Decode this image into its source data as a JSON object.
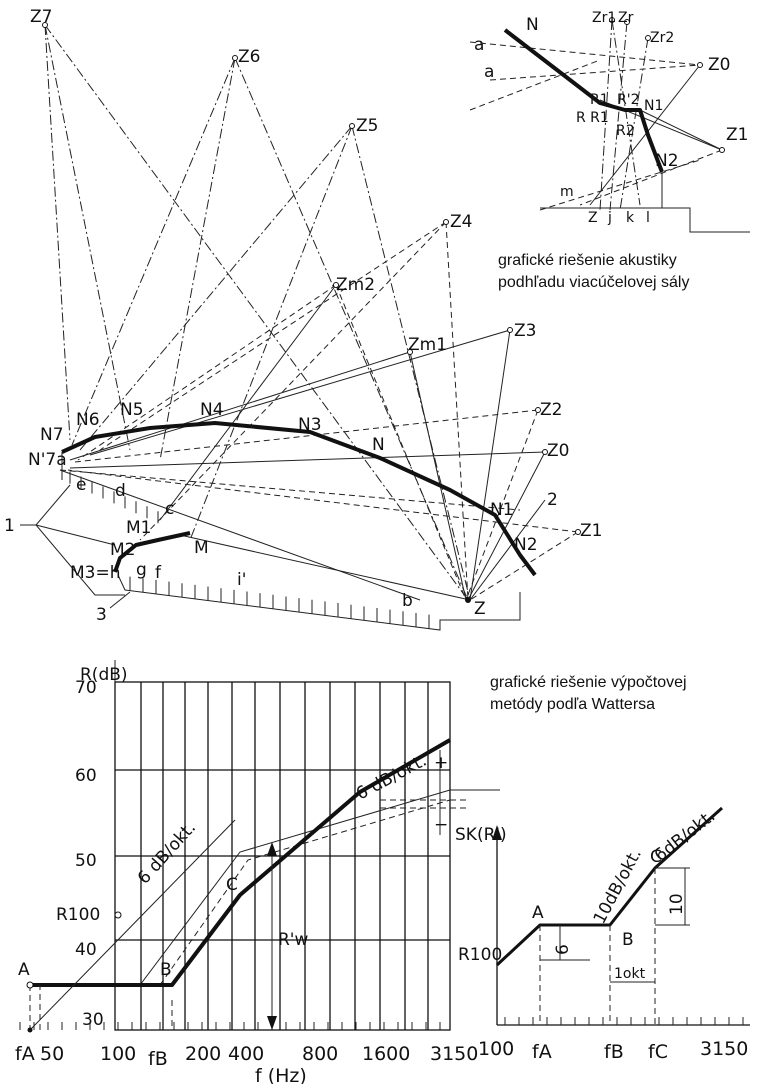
{
  "top_diagram": {
    "labels": {
      "z7": "Z7",
      "z6": "Z6",
      "z5": "Z5",
      "z4": "Z4",
      "zm2": "Zm2",
      "zm1": "Zm1",
      "z3": "Z3",
      "z2": "Z2",
      "z0": "Z0",
      "z1": "Z1",
      "z": "Z",
      "n7": "N7",
      "n7a": "N'7a",
      "n6": "N6",
      "n5": "N5",
      "n4": "N4",
      "n3": "N3",
      "n": "N",
      "n1": "N1",
      "n2": "N2",
      "m": "M",
      "m1": "M1",
      "m2": "M2",
      "m3h": "M3=h",
      "e": "e",
      "d": "d",
      "c": "c",
      "g": "g",
      "f": "f",
      "i": "i'",
      "b": "b",
      "one": "1",
      "two": "2",
      "three": "3"
    }
  },
  "inset": {
    "labels": {
      "a1": "a",
      "a2": "a",
      "n": "N",
      "zr1": "Zr1",
      "zr": "Zr",
      "zr2": "Zr2",
      "z0": "Z0",
      "z1": "Z1",
      "r1": "R1",
      "r2p": "R'2",
      "n1": "N1",
      "rr1": "R R1",
      "r2": "R2",
      "n2": "N2",
      "m": "m",
      "z": "Z",
      "j": "j",
      "k": "k",
      "l": "l"
    },
    "caption_line1": "grafické riešenie akustiky",
    "caption_line2": "podhľadu viacúčelovej sály"
  },
  "left_chart": {
    "ylabel": "R(dB)",
    "xlabel": "f (Hz)",
    "y_ticks": [
      "70",
      "60",
      "50",
      "40",
      "30"
    ],
    "x_ticks": [
      "50",
      "100",
      "200",
      "400",
      "800",
      "1600",
      "3150"
    ],
    "labels": {
      "slope_steep": "6 dB/okt.",
      "slope_ref": "6 dB/okt.",
      "sk": "SK(R')",
      "plus": "+",
      "minus": "−",
      "A": "A",
      "B": "B",
      "C": "C",
      "rw": "R'w",
      "r100": "R100",
      "fa": "fA",
      "fb": "fB"
    },
    "caption_line1": "grafické riešenie výpočtovej",
    "caption_line2": "metódy podľa Wattersa"
  },
  "right_chart": {
    "labels": {
      "r100": "R100",
      "A": "A",
      "B": "B",
      "C": "C",
      "six": "6",
      "ten": "10",
      "one_okt": "1okt",
      "slope1": "10dB/okt.",
      "slope2": "6dB/okt.",
      "x100": "100",
      "fa": "fA",
      "fb": "fB",
      "fc": "fC",
      "x3150": "3150"
    }
  }
}
